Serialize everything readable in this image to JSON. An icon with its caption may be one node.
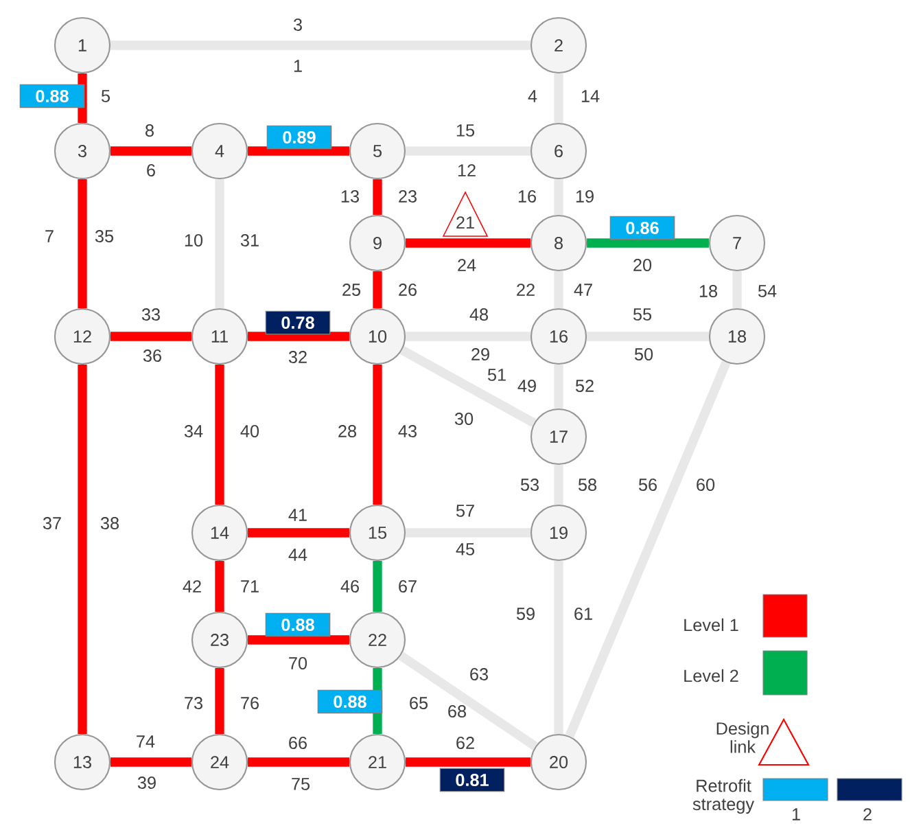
{
  "diagram": {
    "nodes": [
      {
        "text": [
          "1"
        ]
      },
      {
        "text": [
          "2"
        ]
      },
      {
        "text": [
          "3"
        ]
      },
      {
        "text": [
          "4"
        ]
      },
      {
        "text": [
          "5"
        ]
      },
      {
        "text": [
          "6"
        ]
      },
      {
        "text": [
          "7"
        ]
      },
      {
        "text": [
          "8"
        ]
      },
      {
        "text": [
          "9"
        ]
      },
      {
        "text": [
          "10"
        ]
      },
      {
        "text": [
          "11"
        ]
      },
      {
        "text": [
          "12"
        ]
      },
      {
        "text": [
          "13"
        ]
      },
      {
        "text": [
          "14"
        ]
      },
      {
        "text": [
          "15"
        ]
      },
      {
        "text": [
          "16"
        ]
      },
      {
        "text": [
          "17"
        ]
      },
      {
        "text": [
          "18"
        ]
      },
      {
        "text": [
          "19"
        ]
      },
      {
        "text": [
          "20"
        ]
      },
      {
        "text": [
          "21"
        ]
      },
      {
        "text": [
          "22"
        ]
      },
      {
        "text": [
          "23"
        ]
      },
      {
        "text": [
          "24"
        ]
      }
    ],
    "edges": [
      {
        "from": 0,
        "to": 1,
        "arrow": "none",
        "color": "#e8e8e8"
      },
      {
        "from": 0,
        "to": 2,
        "arrow": "none",
        "label": "0.88"
      },
      {
        "from": 1,
        "to": 5,
        "arrow": "none",
        "color": "#e8e8e8"
      },
      {
        "from": 2,
        "to": 3,
        "arrow": "none"
      },
      {
        "from": 3,
        "to": 4,
        "arrow": "none",
        "label": "0.89"
      },
      {
        "from": 4,
        "to": 5,
        "arrow": "none",
        "color": "#e8e8e8"
      },
      {
        "from": 2,
        "to": 11,
        "arrow": "none"
      },
      {
        "from": 3,
        "to": 10,
        "arrow": "none",
        "color": "#e8e8e8"
      },
      {
        "from": 4,
        "to": 8,
        "arrow": "none"
      },
      {
        "from": 5,
        "to": 7,
        "arrow": "none",
        "color": "#e8e8e8"
      },
      {
        "from": 8,
        "to": 7,
        "arrow": "none"
      },
      {
        "from": 7,
        "to": 6,
        "arrow": "none",
        "label": "0.86",
        "color": "#00b050"
      },
      {
        "from": 8,
        "to": 9,
        "arrow": "none"
      },
      {
        "from": 7,
        "to": 15,
        "arrow": "none",
        "color": "#e8e8e8"
      },
      {
        "from": 6,
        "to": 17,
        "arrow": "none",
        "color": "#e8e8e8"
      },
      {
        "from": 11,
        "to": 10,
        "arrow": "none"
      },
      {
        "from": 10,
        "to": 9,
        "arrow": "none",
        "label": "0.78"
      },
      {
        "from": 9,
        "to": 15,
        "arrow": "none",
        "color": "#e8e8e8"
      },
      {
        "from": 15,
        "to": 17,
        "arrow": "none",
        "color": "#e8e8e8"
      },
      {
        "from": 9,
        "to": 16,
        "arrow": "none",
        "color": "#e8e8e8"
      },
      {
        "from": 15,
        "to": 16,
        "arrow": "none",
        "color": "#e8e8e8"
      },
      {
        "from": 11,
        "to": 12,
        "arrow": "none"
      },
      {
        "from": 10,
        "to": 13,
        "arrow": "none"
      },
      {
        "from": 9,
        "to": 14,
        "arrow": "none"
      },
      {
        "from": 16,
        "to": 18,
        "arrow": "none",
        "color": "#e8e8e8"
      },
      {
        "from": 17,
        "to": 19,
        "arrow": "none",
        "color": "#e8e8e8"
      },
      {
        "from": 13,
        "to": 14,
        "arrow": "none"
      },
      {
        "from": 14,
        "to": 18,
        "arrow": "none",
        "color": "#e8e8e8"
      },
      {
        "from": 13,
        "to": 22,
        "arrow": "none"
      },
      {
        "from": 14,
        "to": 21,
        "arrow": "none",
        "color": "#00b050"
      },
      {
        "from": 22,
        "to": 21,
        "arrow": "none",
        "label": "0.88"
      },
      {
        "from": 18,
        "to": 19,
        "arrow": "none",
        "color": "#e8e8e8"
      },
      {
        "from": 21,
        "to": 19,
        "arrow": "none",
        "color": "#e8e8e8"
      },
      {
        "from": 22,
        "to": 23,
        "arrow": "none"
      },
      {
        "from": 21,
        "to": 20,
        "arrow": "none",
        "label": "0.88",
        "color": "#00b050"
      },
      {
        "from": 12,
        "to": 23,
        "arrow": "none"
      },
      {
        "from": 23,
        "to": 20,
        "arrow": "none"
      },
      {
        "from": 20,
        "to": 19,
        "arrow": "none",
        "label": "0.81"
      }
    ],
    "labels": [
      "3",
      "1",
      "5",
      "4",
      "14",
      "8",
      "6",
      "15",
      "12",
      "13",
      "23",
      "16",
      "19",
      "7",
      "35",
      "10",
      "31",
      "21",
      "24",
      "20",
      "25",
      "26",
      "22",
      "47",
      "18",
      "54",
      "33",
      "48",
      "55",
      "36",
      "32",
      "29",
      "50",
      "51",
      "49",
      "52",
      "30",
      "34",
      "40",
      "28",
      "43",
      "53",
      "58",
      "56",
      "60",
      "37",
      "38",
      "41",
      "57",
      "44",
      "45",
      "42",
      "71",
      "46",
      "67",
      "59",
      "61",
      "70",
      "63",
      "73",
      "76",
      "65",
      "68",
      "74",
      "66",
      "62",
      "39",
      "75",
      "Retrofit strategy"
    ],
    "legend": [
      {
        "text": "Level 1",
        "color": "#ff0000"
      },
      {
        "text": "Level 2",
        "color": "#00b050"
      },
      {
        "text": "Design link"
      },
      {
        "text": "1",
        "color": "#00b0f0"
      },
      {
        "text": "2",
        "color": "#002060"
      }
    ]
  }
}
